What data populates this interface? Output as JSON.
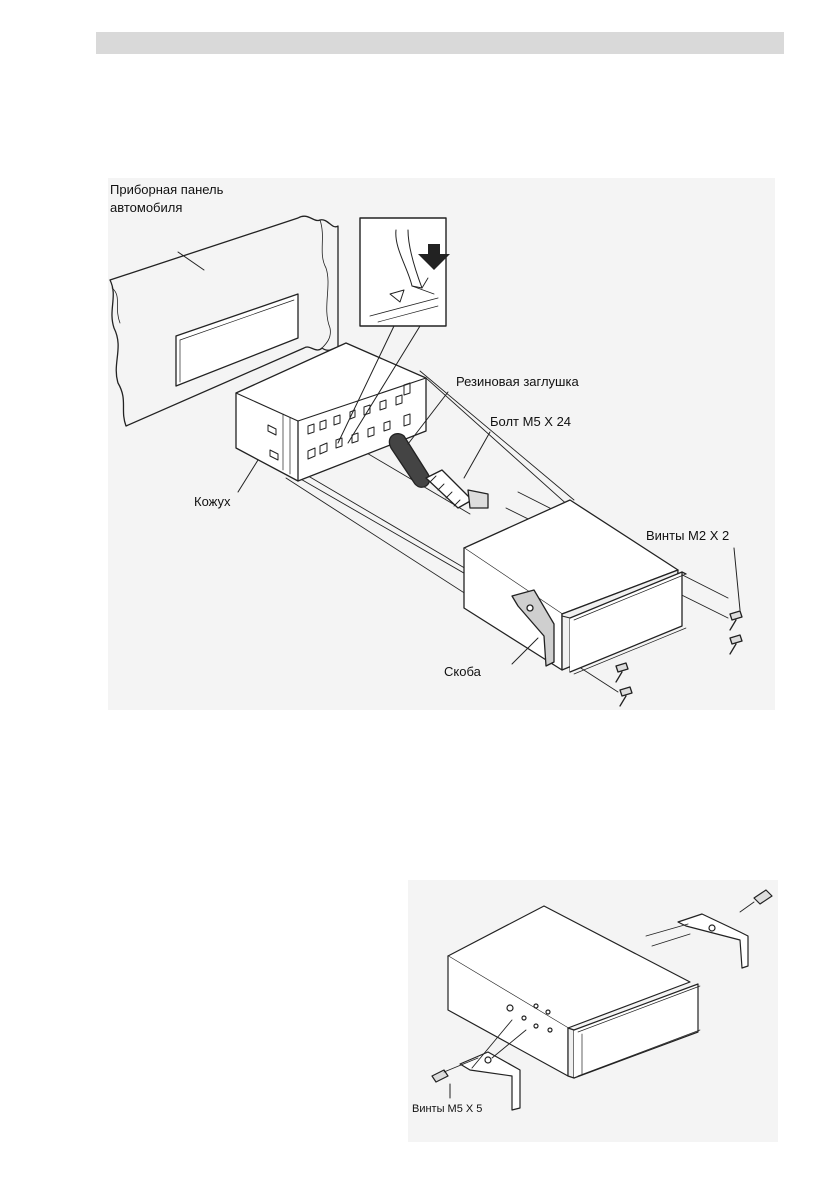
{
  "figure1": {
    "labels": {
      "dashboard_line1": "Приборная панель",
      "dashboard_line2": "автомобиля",
      "rubber_plug": "Резиновая заглушка",
      "bolt": "Болт M5 X 24",
      "housing": "Кожух",
      "screws": "Винты M2 X 2",
      "bracket": "Скоба"
    }
  },
  "figure2": {
    "labels": {
      "screws": "Винты M5 X 5"
    }
  }
}
